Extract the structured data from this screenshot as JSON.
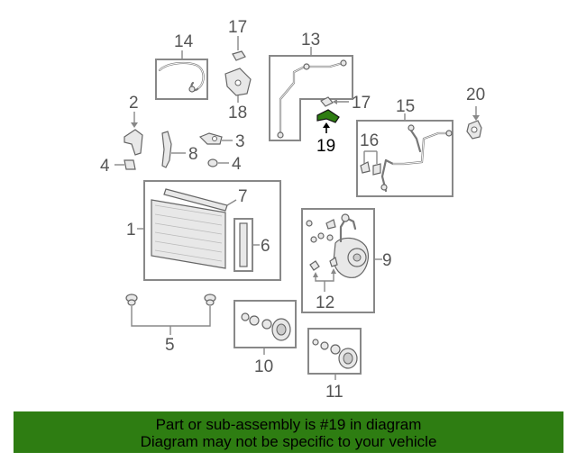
{
  "labels": {
    "n1": "1",
    "n2": "2",
    "n3": "3",
    "n4a": "4",
    "n4b": "4",
    "n5": "5",
    "n6": "6",
    "n7": "7",
    "n8": "8",
    "n9": "9",
    "n10": "10",
    "n11": "11",
    "n12": "12",
    "n13": "13",
    "n14": "14",
    "n15": "15",
    "n16": "16",
    "n17a": "17",
    "n17b": "17",
    "n18": "18",
    "n19": "19",
    "n20": "20"
  },
  "banner": {
    "line1": "Part or sub-assembly is #19 in diagram",
    "line2": "Diagram may not be specific to your vehicle"
  },
  "colors": {
    "banner": "#2e7d12",
    "highlight_part": "#2e7d12"
  }
}
